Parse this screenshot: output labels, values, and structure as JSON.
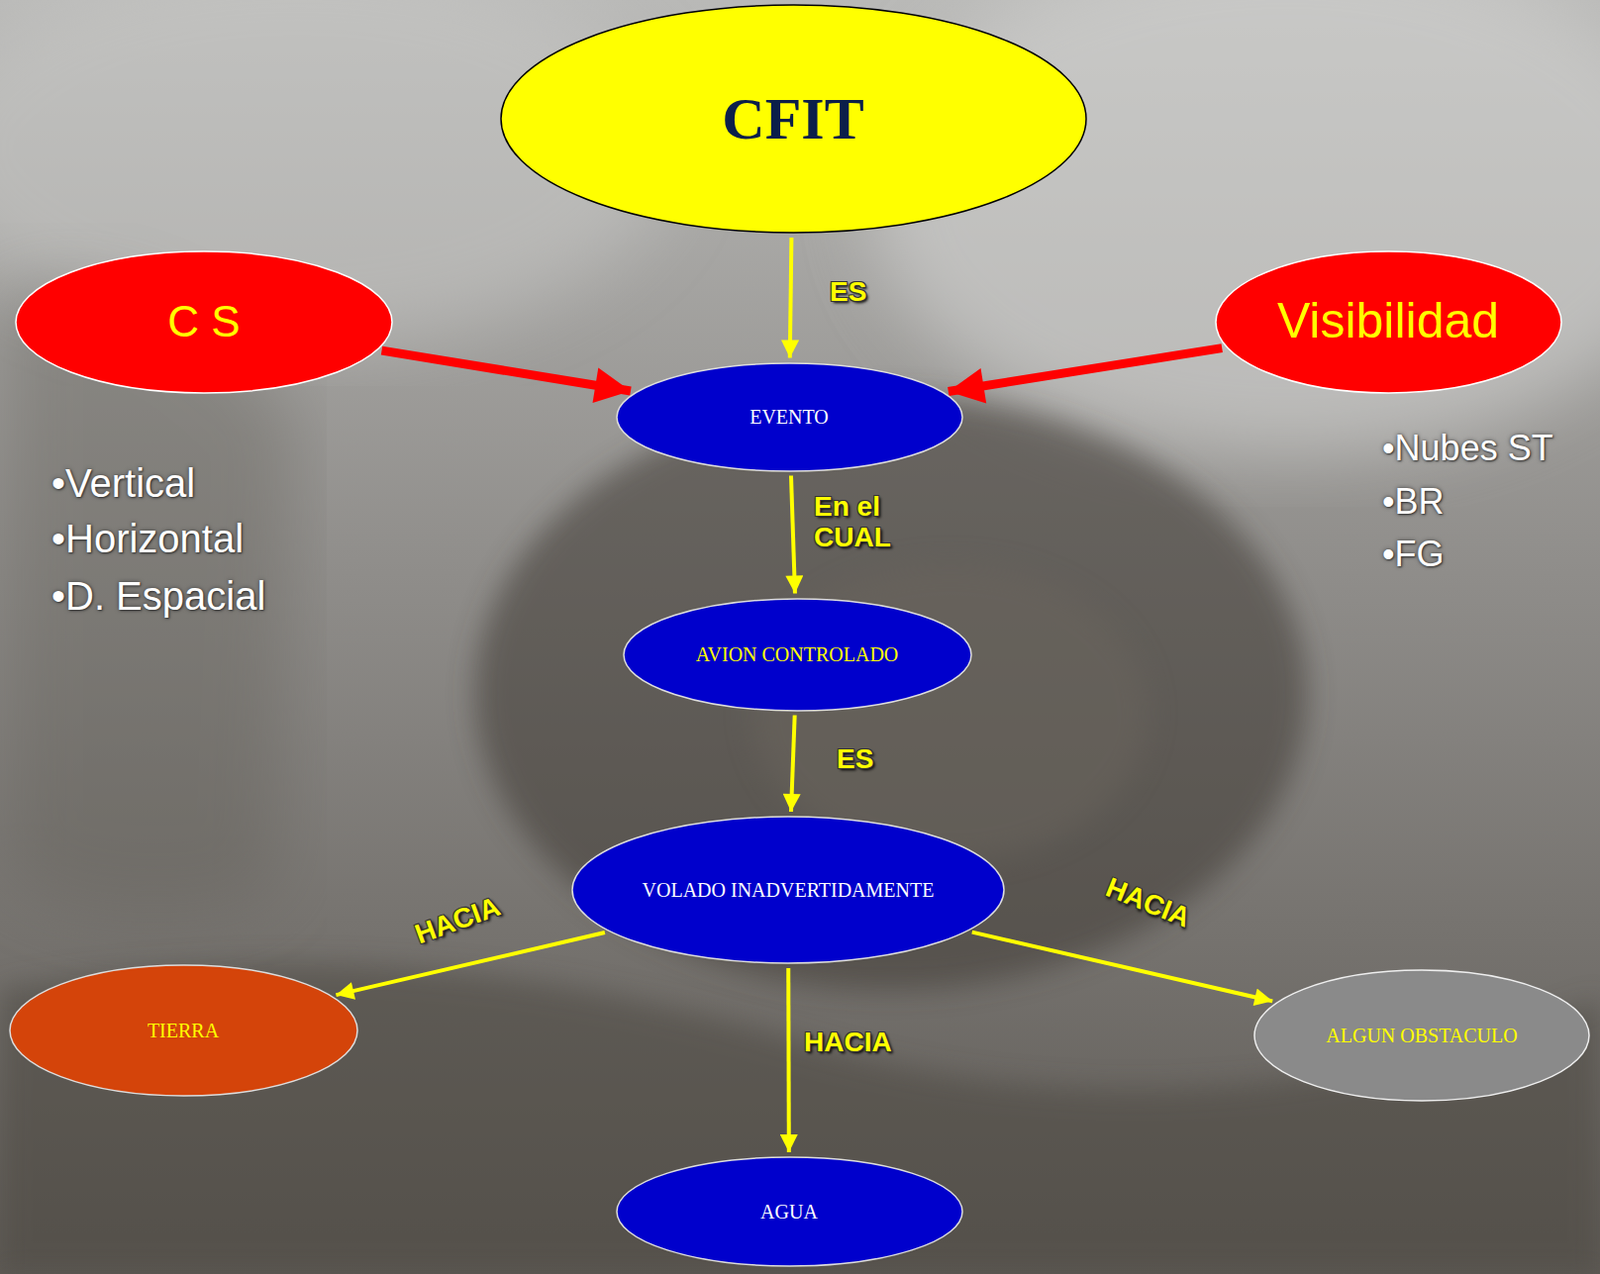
{
  "diagram": {
    "nodes": [
      {
        "text": [
          "CFIT"
        ]
      },
      {
        "text": [
          "C S"
        ]
      },
      {
        "text": [
          "Visibilidad"
        ]
      },
      {
        "text": [
          "EVENTO"
        ]
      },
      {
        "text": [
          "AVION CONTROLADO"
        ]
      },
      {
        "text": [
          "VOLADO INADVERTIDAMENTE"
        ]
      },
      {
        "text": [
          "TIERRA"
        ]
      },
      {
        "text": [
          "ALGUN  OBSTACULO"
        ]
      },
      {
        "text": [
          "AGUA"
        ]
      }
    ],
    "edges": [
      {
        "from": 0,
        "to": 3,
        "label": "ES",
        "arrow": "to"
      },
      {
        "from": 1,
        "to": 3,
        "arrow": "to"
      },
      {
        "from": 2,
        "to": 3,
        "arrow": "to"
      },
      {
        "from": 3,
        "to": 4,
        "label": "En el CUAL",
        "arrow": "to"
      },
      {
        "from": 4,
        "to": 5,
        "label": "ES",
        "arrow": "to"
      },
      {
        "from": 5,
        "to": 6,
        "label": "HACIA",
        "arrow": "to"
      },
      {
        "from": 5,
        "to": 7,
        "label": "HACIA",
        "arrow": "to"
      },
      {
        "from": 5,
        "to": 8,
        "label": "HACIA",
        "arrow": "to"
      }
    ],
    "labels": [
      "•Vertical",
      "•Horizontal",
      "•D. Espacial",
      "•Nubes ST",
      "•BR",
      "•FG"
    ]
  }
}
